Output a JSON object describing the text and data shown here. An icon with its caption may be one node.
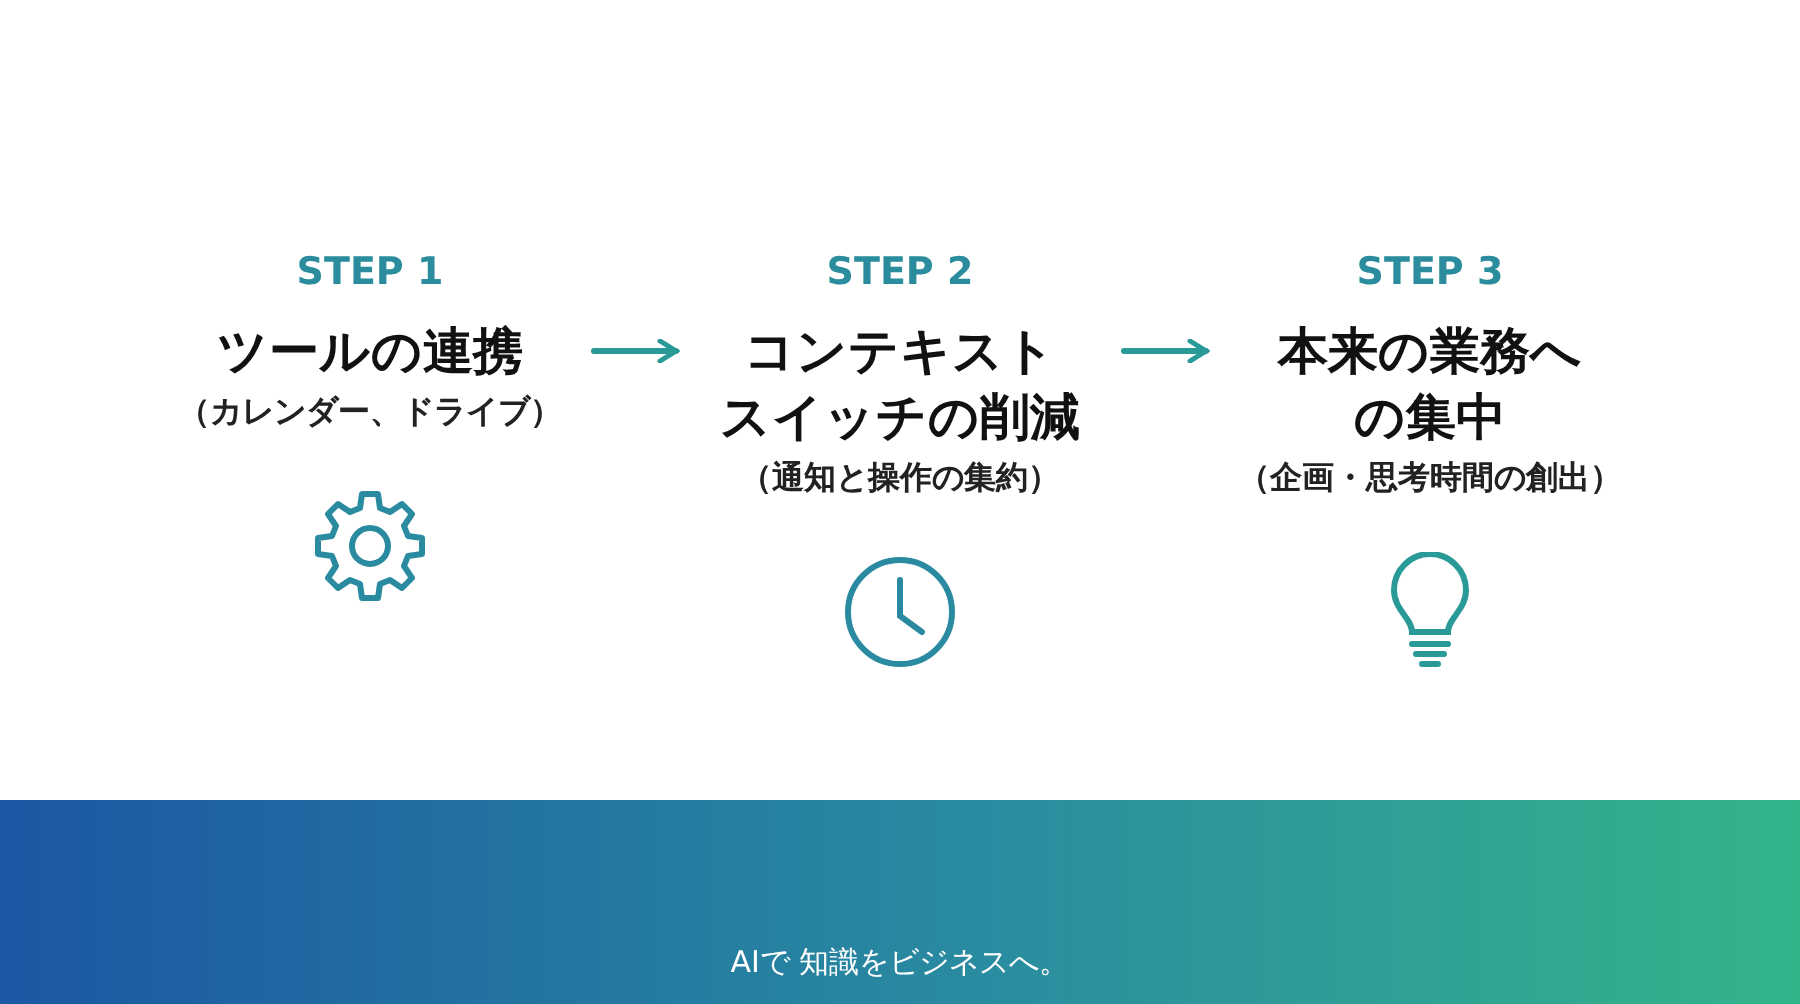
{
  "diagram": {
    "nodes": [
      {
        "text": [
          "STEP 1",
          "ツールの連携",
          "（カレンダー、ドライブ）"
        ]
      },
      {
        "text": [
          "STEP 2",
          "コンテキストスイッチの削減",
          "（通知と操作の集約）"
        ]
      },
      {
        "text": [
          "STEP 3",
          "本来の業務への集中",
          "（企画・思考時間の創出）"
        ]
      }
    ],
    "edges": [
      {
        "from": 0,
        "to": 1,
        "arrow": "to"
      },
      {
        "from": 1,
        "to": 2,
        "arrow": "to"
      }
    ],
    "labels": [
      "AIで 知識をビジネスへ。"
    ]
  }
}
